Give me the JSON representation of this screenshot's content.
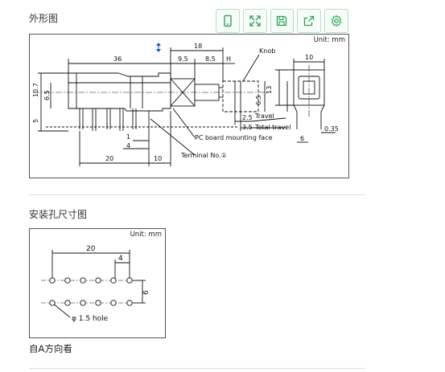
{
  "section1": {
    "title": "外形图"
  },
  "section2": {
    "title": "安装孔尺寸图"
  },
  "toolbar": {
    "icons": [
      "phone-icon",
      "fullscreen-icon",
      "save-icon",
      "share-icon",
      "settings-icon"
    ],
    "accent": "#2fa35a"
  },
  "outline": {
    "unit": "Unit: mm",
    "dims": {
      "d36": "36",
      "d18": "18",
      "d95": "9.5",
      "d85": "8.5",
      "dH": "H",
      "d10top": "10",
      "d107": "10.7",
      "d65l": "6.5",
      "d5": "5",
      "d1": "1",
      "d4": "4",
      "d20": "20",
      "d10b": "10",
      "d13": "13",
      "d65r": "6.5",
      "d25": "2.5",
      "d35": "3.5",
      "d6": "6",
      "d035": "0.35"
    },
    "labels": {
      "knob": "Knob",
      "travel": "Travel",
      "total_travel": "Total travel",
      "pc_board": "PC board mounting face",
      "terminal": "Terminal No.①"
    }
  },
  "mounting": {
    "unit": "Unit: mm",
    "dims": {
      "d20": "20",
      "d4": "4",
      "d6": "6"
    },
    "hole": "φ 1.5 hole"
  },
  "caption": "自A方向看"
}
